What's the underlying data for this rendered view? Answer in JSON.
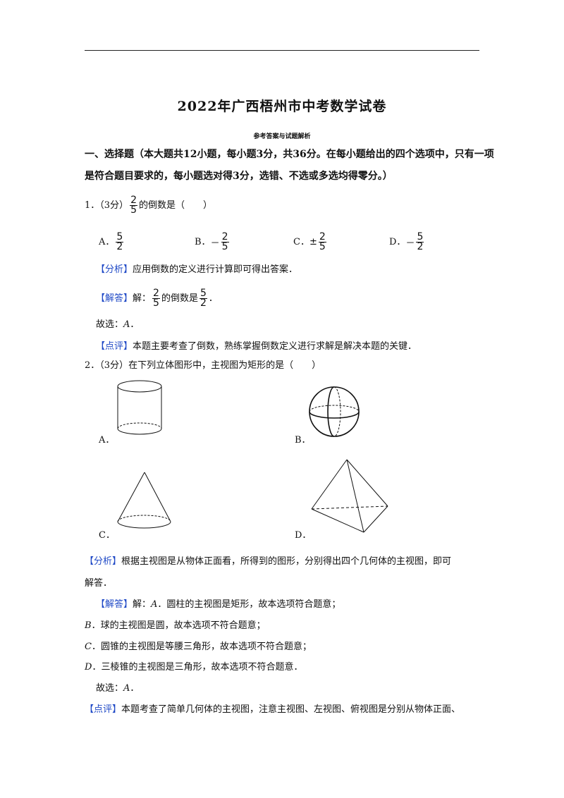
{
  "title": "2022年广西梧州市中考数学试卷",
  "subtitle": "参考答案与试题解析",
  "section1": {
    "line1": "一、选择题（本大题共12小题，每小题3分，共36分。在每小题给出的四个选项中，只有一项",
    "line2": "是符合题目要求的，每小题选对得3分，选错、不选或多选均得零分。）"
  },
  "q1": {
    "number": "1．",
    "score": "（3分）",
    "frac": {
      "num": "2",
      "den": "5"
    },
    "stem_suffix": "的倒数是（　　）",
    "options": [
      {
        "label": "A．",
        "sign": "",
        "num": "5",
        "den": "2"
      },
      {
        "label": "B．",
        "sign": "－",
        "num": "2",
        "den": "5"
      },
      {
        "label": "C．",
        "sign": "±",
        "num": "2",
        "den": "5"
      },
      {
        "label": "D．",
        "sign": "－",
        "num": "5",
        "den": "2"
      }
    ],
    "analysis_tag": "【分析】",
    "analysis": "应用倒数的定义进行计算即可得出答案．",
    "answer_tag": "【解答】",
    "answer_prefix": "解：",
    "answer_mid": "的倒数是",
    "answer_frac1": {
      "num": "2",
      "den": "5"
    },
    "answer_frac2": {
      "num": "5",
      "den": "2"
    },
    "answer_end": "．",
    "choose_prefix": "故选：",
    "choose_letter": "A",
    "choose_end": "．",
    "comment_tag": "【点评】",
    "comment": "本题主要考查了倒数，熟练掌握倒数定义进行求解是解决本题的关键．"
  },
  "q2": {
    "number": "2．",
    "score": "（3分）",
    "stem": "在下列立体图形中，主视图为矩形的是（　　）",
    "labels": {
      "a": "A．",
      "b": "B．",
      "c": "C．",
      "d": "D．"
    },
    "analysis_tag": "【分析】",
    "analysis1": "根据主视图是从物体正面看，所得到的图形，分别得出四个几何体的主视图，即可",
    "analysis2": "解答．",
    "answer_tag": "【解答】",
    "answer_a_prefix": "解：",
    "answer_a_letter": "A",
    "answer_a": "．圆柱的主视图是矩形，故本选项符合题意；",
    "answer_b_letter": "B",
    "answer_b": "．球的主视图是圆，故本选项不符合题意；",
    "answer_c_letter": "C",
    "answer_c": "．圆锥的主视图是等腰三角形，故本选项不符合题意；",
    "answer_d_letter": "D",
    "answer_d": "．三棱锥的主视图是三角形，故本选项不符合题意．",
    "choose_prefix": "故选：",
    "choose_letter": "A",
    "choose_end": "．",
    "comment_tag": "【点评】",
    "comment": "本题考查了简单几何体的主视图，注意主视图、左视图、俯视图是分别从物体正面、"
  }
}
